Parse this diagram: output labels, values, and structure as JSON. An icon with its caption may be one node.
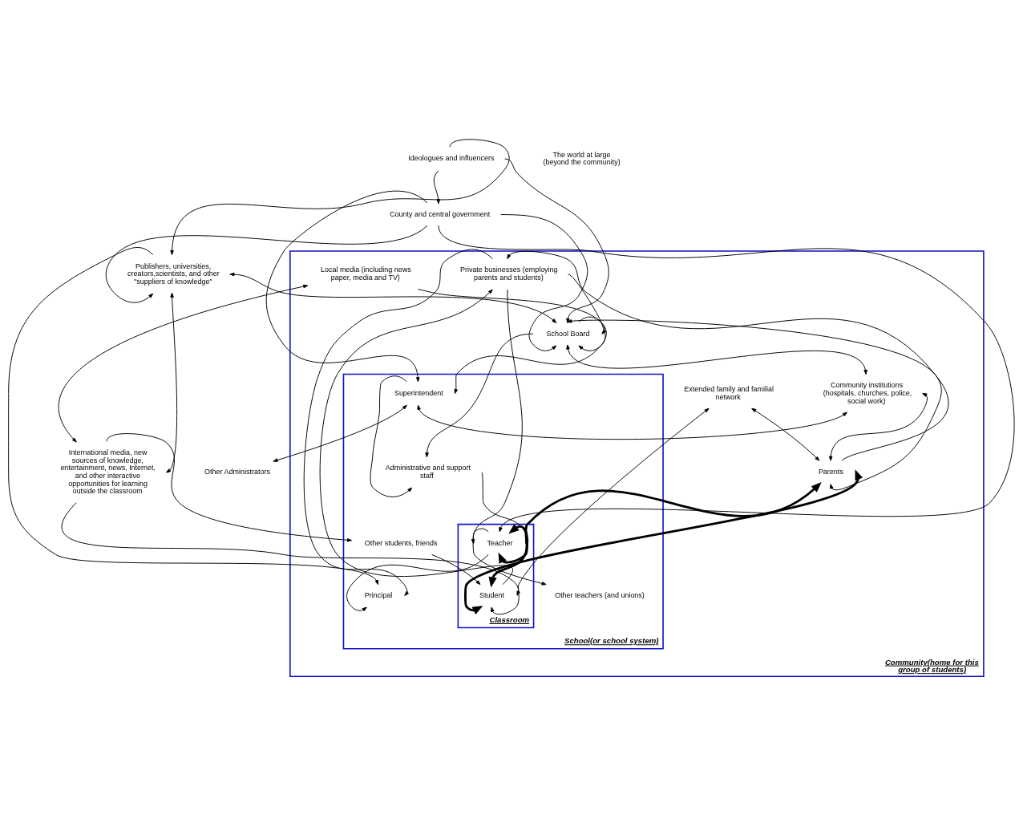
{
  "diagram": {
    "nodes": [
      {
        "text": [
          "Community(home for this group of students)"
        ]
      },
      {
        "text": [
          "School(or school system)"
        ],
        "in": 0
      },
      {
        "text": [
          "Classroom"
        ],
        "in": 1
      },
      {
        "text": [
          "Publishers, universities, creators,scientists, and other \"suppliers of knowledge\""
        ]
      },
      {
        "text": [
          "Ideologues and influencers"
        ]
      },
      {
        "text": [
          "County and central government"
        ]
      },
      {
        "text": [
          "Other Administrators"
        ]
      },
      {
        "text": [
          "Local media (including news paper, media and TV)"
        ],
        "in": 0
      },
      {
        "text": [
          "School Board"
        ],
        "in": 0
      },
      {
        "text": [
          "Superintendent"
        ],
        "in": 1
      },
      {
        "text": [
          "Principal"
        ],
        "in": 1
      },
      {
        "text": [
          "Community institutions (hospitals, churches, police, social work)"
        ],
        "in": 0
      },
      {
        "text": [
          "Administrative and support staff"
        ],
        "in": 1
      },
      {
        "text": [
          "Teacher"
        ],
        "in": 2
      },
      {
        "text": [
          "Other teachers (and unions)"
        ],
        "in": 1
      },
      {
        "text": [
          "Extended family and familial network"
        ],
        "in": 0
      },
      {
        "text": [
          "Parents"
        ],
        "in": 0
      },
      {
        "text": [
          "Student"
        ],
        "in": 2
      },
      {
        "text": [
          "Other students, friends"
        ],
        "in": 1
      },
      {
        "text": [
          "Private businesses (employing parents and students)"
        ],
        "in": 0
      },
      {
        "text": [
          "International media, new sources of knowledge, entertainment, news, Internet, and other interactive opportunities for learning outside the classroom"
        ]
      }
    ],
    "edges": [
      {
        "from": 4,
        "to": 3,
        "arrow": "to"
      },
      {
        "from": 4,
        "to": 5,
        "arrow": "to"
      },
      {
        "from": 4,
        "to": 8,
        "arrow": "to"
      },
      {
        "from": 5,
        "to": 3,
        "arrow": "to"
      },
      {
        "from": 5,
        "to": 8,
        "arrow": "to"
      },
      {
        "from": 5,
        "to": 9,
        "arrow": "to"
      },
      {
        "from": 5,
        "to": 13,
        "arrow": "to"
      },
      {
        "from": 9,
        "to": 6,
        "arrow": "both"
      },
      {
        "from": 7,
        "to": 8,
        "arrow": "to"
      },
      {
        "from": 3,
        "to": 8,
        "arrow": "both"
      },
      {
        "from": 3,
        "to": 10,
        "arrow": "to"
      },
      {
        "from": 8,
        "to": 11,
        "arrow": "both"
      },
      {
        "from": 8,
        "to": 9,
        "arrow": "to"
      },
      {
        "from": 8,
        "to": 12,
        "arrow": "to"
      },
      {
        "from": 9,
        "to": 12,
        "arrow": "to"
      },
      {
        "from": 11,
        "to": 9,
        "arrow": "both"
      },
      {
        "from": 11,
        "to": 16,
        "arrow": "both"
      },
      {
        "from": 13,
        "to": 10,
        "arrow": "to"
      },
      {
        "from": 12,
        "to": 13,
        "arrow": "to"
      },
      {
        "from": 13,
        "to": 14,
        "arrow": "to"
      },
      {
        "from": 16,
        "to": 13,
        "arrow": "both",
        "style": "thick"
      },
      {
        "from": 13,
        "to": 17,
        "arrow": "both",
        "style": "thick"
      },
      {
        "from": 16,
        "to": 17,
        "arrow": "both",
        "style": "thick"
      },
      {
        "from": 15,
        "to": 16,
        "arrow": "both"
      },
      {
        "from": 15,
        "to": 17,
        "arrow": "both"
      },
      {
        "from": 18,
        "to": 17,
        "arrow": "to"
      },
      {
        "from": 20,
        "to": 18,
        "arrow": "to"
      },
      {
        "from": 20,
        "to": 17,
        "arrow": "to"
      },
      {
        "from": 19,
        "to": 16,
        "arrow": "both"
      },
      {
        "from": 17,
        "to": 19,
        "arrow": "to"
      },
      {
        "from": 19,
        "to": 8,
        "arrow": "to"
      },
      {
        "from": 19,
        "to": 10,
        "arrow": "to"
      },
      {
        "from": 19,
        "to": 13,
        "arrow": "to"
      },
      {
        "from": 16,
        "to": 8,
        "arrow": "to"
      },
      {
        "from": 3,
        "to": 20,
        "arrow": "both"
      },
      {
        "from": 7,
        "to": 20,
        "arrow": "both"
      }
    ],
    "labels": [
      "The world at large (beyond the community)"
    ]
  }
}
